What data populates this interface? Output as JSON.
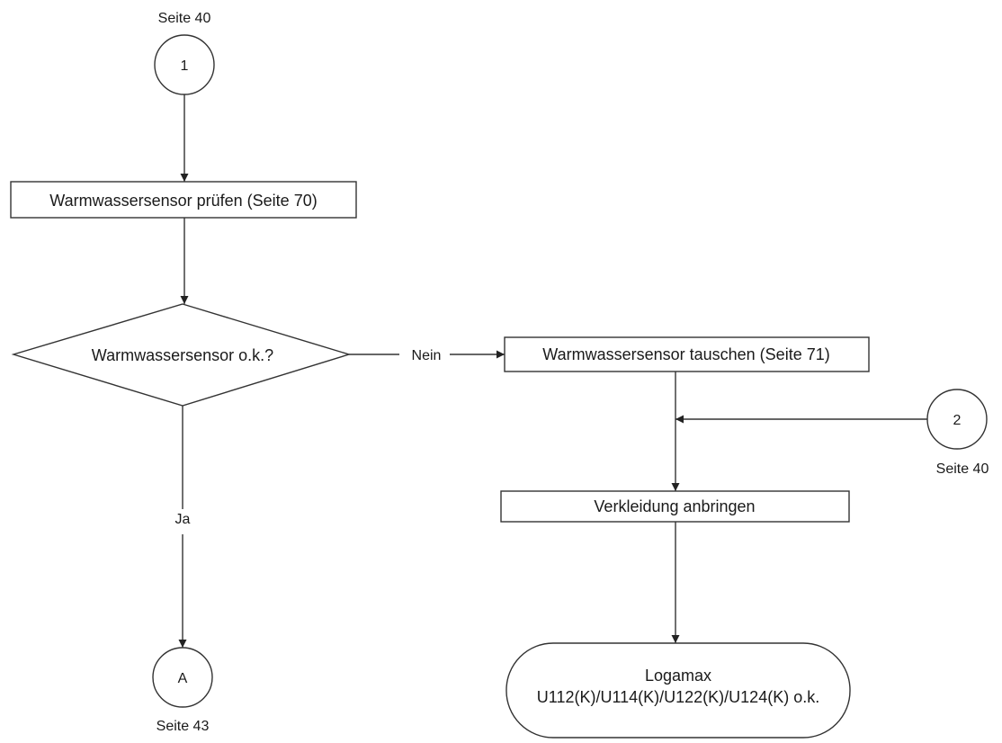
{
  "connectors": {
    "c1": {
      "symbol": "1",
      "page_ref": "Seite 40"
    },
    "c2": {
      "symbol": "2",
      "page_ref": "Seite 40"
    },
    "cA": {
      "symbol": "A",
      "page_ref": "Seite 43"
    }
  },
  "steps": {
    "check_sensor": "Warmwassersensor prüfen (Seite 70)",
    "replace_sensor": "Warmwassersensor tauschen (Seite 71)",
    "attach_cover": "Verkleidung anbringen"
  },
  "decision": {
    "question": "Warmwassersensor o.k.?",
    "no_label": "Nein",
    "yes_label": "Ja"
  },
  "terminal": {
    "line1": "Logamax",
    "line2": "U112(K)/U114(K)/U122(K)/U124(K) o.k."
  }
}
